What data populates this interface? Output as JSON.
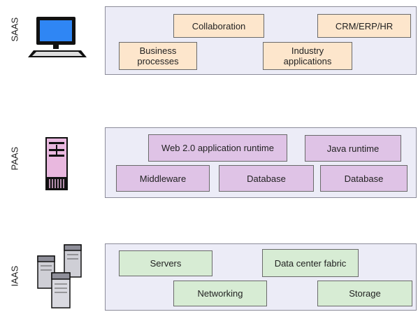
{
  "layers": {
    "saas": {
      "label": "SAAS",
      "boxes": [
        "Collaboration",
        "CRM/ERP/HR",
        "Business processes",
        "Industry applications"
      ],
      "icon": "desktop-computer-icon",
      "panel_color": "#ececf7",
      "box_color": "#fde6cc"
    },
    "paas": {
      "label": "PAAS",
      "boxes": [
        "Web 2.0 application runtime",
        "Java runtime",
        "Middleware",
        "Database",
        "Database"
      ],
      "icon": "server-tower-icon",
      "panel_color": "#ececf7",
      "box_color": "#dfc3e6"
    },
    "iaas": {
      "label": "IAAS",
      "boxes": [
        "Servers",
        "Data center fabric",
        "Networking",
        "Storage"
      ],
      "icon": "server-cluster-icon",
      "panel_color": "#ececf7",
      "box_color": "#d7ecd4"
    }
  }
}
